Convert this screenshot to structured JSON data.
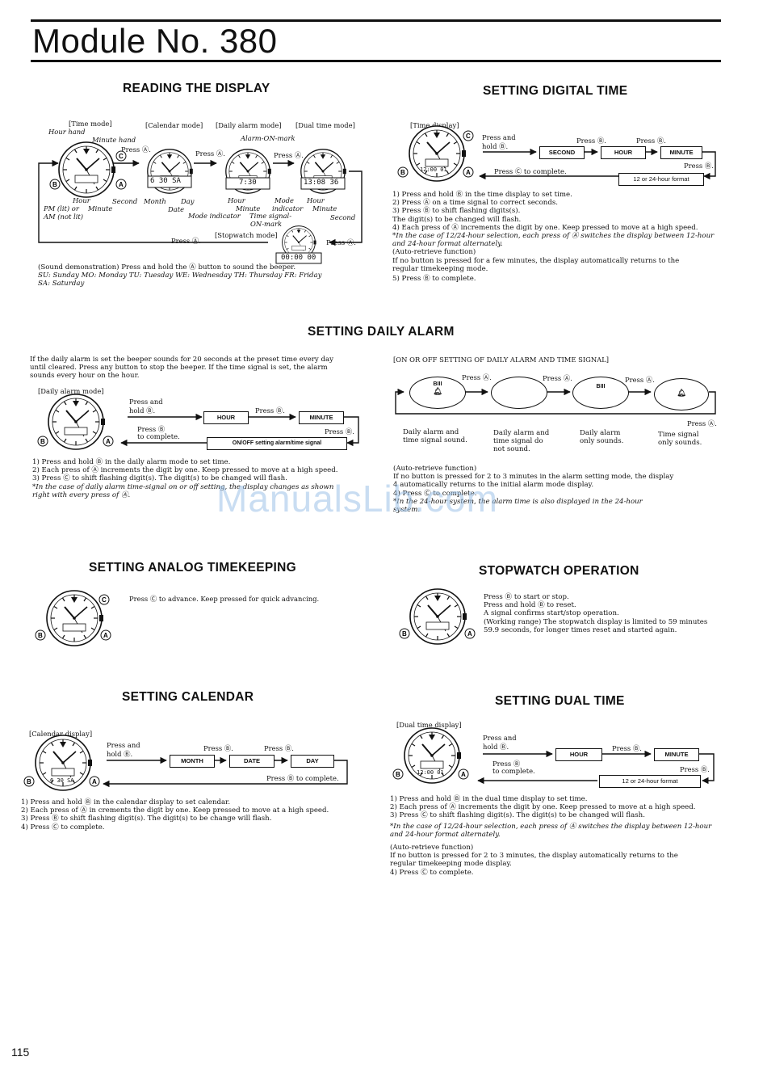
{
  "header": {
    "title": "Module No. 380"
  },
  "page_number": "115",
  "watermark": "ManualsLib.com",
  "reading": {
    "heading": "READING THE DISPLAY",
    "labels": {
      "time_mode": "[Time mode]",
      "hour_hand": "Hour hand",
      "minute_hand": "Minute hand",
      "calendar_mode": "[Calendar mode]",
      "daily_alarm_mode": "[Daily alarm mode]",
      "dual_time_mode": "[Dual time mode]",
      "alarm_on_mark": "Alarm-ON-mark",
      "press_a1": "Press Ⓐ.",
      "press_a2": "Press Ⓐ.",
      "press_a3": "Press Ⓐ.",
      "press_a4": "Press Ⓐ.",
      "press_a5": "Press Ⓐ.",
      "hour": "Hour",
      "second": "Second",
      "pm": "PM (lit) or",
      "am": "AM (not lit)",
      "minute": "Minute",
      "month": "Month",
      "day": "Day",
      "date": "Date",
      "hour2": "Hour",
      "minute2": "Minute",
      "mode_indicator": "Mode indicator",
      "mode": "Mode",
      "indicator": "indicator",
      "time_signal": "Time signal-",
      "on_mark": "ON-mark",
      "hour3": "Hour",
      "minute3": "Minute",
      "second3": "Second",
      "stopwatch_mode": "[Stopwatch mode]",
      "disp_cal": "6 30 SA",
      "disp_alarm": "7:30",
      "disp_dual": "13:08 36",
      "disp_stop": "00:00 00"
    },
    "notes": [
      "(Sound demonstration) Press and hold the Ⓐ button to sound the beeper.",
      "SU: Sunday MO: Monday TU: Tuesday WE: Wednesday TH: Thursday FR: Friday",
      "SA: Saturday"
    ]
  },
  "digital_time": {
    "heading": "SETTING DIGITAL TIME",
    "display_label": "[Time display]",
    "disp": "12:00 01",
    "press_hold": [
      "Press and",
      "hold Ⓑ."
    ],
    "press_b1": "Press Ⓑ.",
    "press_b2": "Press Ⓑ.",
    "press_b3": "Press Ⓑ.",
    "press_c_complete": "Press Ⓒ to complete.",
    "boxes": [
      "SECOND",
      "HOUR",
      "MINUTE"
    ],
    "format_box": "12 or 24-hour format",
    "steps": [
      "1) Press and hold Ⓑ in the time display to set time.",
      "2) Press Ⓐ on a time signal to correct seconds.",
      "3) Press Ⓑ to shift flashing digits(s).",
      "    The digit(s) to be changed will flash.",
      "4) Each press of Ⓐ increments the digit by one. Keep pressed to move at a high speed."
    ],
    "note_italic": [
      "*In the case of 12/24-hour selection, each press of Ⓐ switches the display between 12-hour",
      "  and 24-hour format alternately."
    ],
    "auto_retrieve": [
      "(Auto-retrieve function)",
      "If no button is pressed for a few minutes, the display automatically returns to the",
      "regular timekeeping mode."
    ],
    "step5": "5) Press Ⓑ to complete."
  },
  "daily_alarm": {
    "heading": "SETTING DAILY ALARM",
    "intro": [
      "If the daily alarm is set the beeper sounds for 20 seconds at the preset time every day",
      "until cleared. Press any button to stop the beeper. If the time signal is set, the alarm",
      "sounds every hour on the hour."
    ],
    "mode_label": "[Daily alarm mode]",
    "press_hold": [
      "Press and",
      "hold Ⓑ."
    ],
    "press_b1": "Press Ⓑ.",
    "press_b2": "Press Ⓑ.",
    "press_b_complete": [
      "Press Ⓑ",
      "to complete."
    ],
    "boxes": [
      "HOUR",
      "MINUTE"
    ],
    "onoff_box": "ON/OFF setting alarm/time signal",
    "steps": [
      "1) Press and hold Ⓑ in the daily alarm mode to set time.",
      "2) Each press of Ⓐ increments the digit by one. Keep pressed to move at a high speed.",
      "3) Press Ⓒ to shift flashing digit(s). The digit(s) to be changed will flash."
    ],
    "note_italic": [
      "*In the case of daily alarm time-signal on or off setting, the display changes as shown",
      "  right with every press of Ⓐ."
    ],
    "onoff_heading": "[ON OR OFF SETTING OF DAILY ALARM AND TIME SIGNAL]",
    "press_a": [
      "Press Ⓐ.",
      "Press Ⓐ.",
      "Press Ⓐ.",
      "Press Ⓐ."
    ],
    "oval_texts": [
      "BIII",
      "",
      "BIII",
      ""
    ],
    "captions": [
      [
        "Daily alarm and",
        "time signal sound."
      ],
      [
        "Daily alarm and",
        "time signal do",
        "not sound."
      ],
      [
        "Daily alarm",
        "only sounds."
      ],
      [
        "Time signal",
        "only sounds."
      ]
    ],
    "auto_retrieve": [
      "(Auto-retrieve function)",
      "If no button is pressed for 2 to 3 minutes in the alarm setting mode, the display",
      "4 automatically returns to the initial alarm mode display.",
      "4) Press Ⓒ to complete."
    ],
    "note_24": [
      "*In the 24-hour system, the alarm time is also displayed in the 24-hour",
      "  system."
    ]
  },
  "analog": {
    "heading": "SETTING ANALOG TIMEKEEPING",
    "text": "Press Ⓒ to advance. Keep pressed for quick advancing."
  },
  "stopwatch": {
    "heading": "STOPWATCH OPERATION",
    "lines": [
      "Press Ⓑ to start or stop.",
      "Press and hold Ⓑ to reset.",
      "A signal confirms start/stop operation.",
      "(Working range) The stopwatch display is limited to 59 minutes",
      "59.9 seconds, for longer times reset and started again."
    ]
  },
  "calendar": {
    "heading": "SETTING CALENDAR",
    "display_label": "[Calendar display]",
    "disp": "6 30 SA",
    "press_hold": [
      "Press and",
      "hold Ⓑ."
    ],
    "press_b1": "Press Ⓑ.",
    "press_b2": "Press Ⓑ.",
    "press_complete": "Press Ⓑ to complete.",
    "boxes": [
      "MONTH",
      "DATE",
      "DAY"
    ],
    "steps": [
      "1) Press and hold Ⓑ in the calendar display to set calendar.",
      "2) Each press of Ⓐ in crements the digit by one. Keep pressed to move at a high speed.",
      "3) Press Ⓑ to shift flashing digit(s). The digit(s) to be change will flash.",
      "4) Press Ⓒ to complete."
    ]
  },
  "dual_time": {
    "heading": "SETTING DUAL TIME",
    "display_label": "[Dual time display]",
    "disp": "12:00 01",
    "press_hold": [
      "Press and",
      "hold Ⓑ."
    ],
    "press_b1": "Press Ⓑ.",
    "press_b2": "Press Ⓑ.",
    "press_b_complete": [
      "Press Ⓑ",
      "to complete."
    ],
    "boxes": [
      "HOUR",
      "MINUTE"
    ],
    "format_box": "12 or 24-hour format",
    "steps": [
      "1) Press and hold Ⓑ in the dual time display to set time.",
      "2) Each press of Ⓐ increments the digit by one. Keep pressed to move at a high speed.",
      "3) Press Ⓒ to shift flashing digit(s). The digit(s) to be changed will flash."
    ],
    "note_italic": [
      "*In the case of 12/24-hour selection, each press of Ⓐ switches the display between 12-hour",
      "  and 24-hour format alternately."
    ],
    "auto_retrieve": [
      "(Auto-retrieve function)",
      "If no button is pressed for 2 to 3 minutes, the display automatically returns to the",
      "regular timekeeping mode display.",
      "4) Press Ⓒ to complete."
    ]
  }
}
